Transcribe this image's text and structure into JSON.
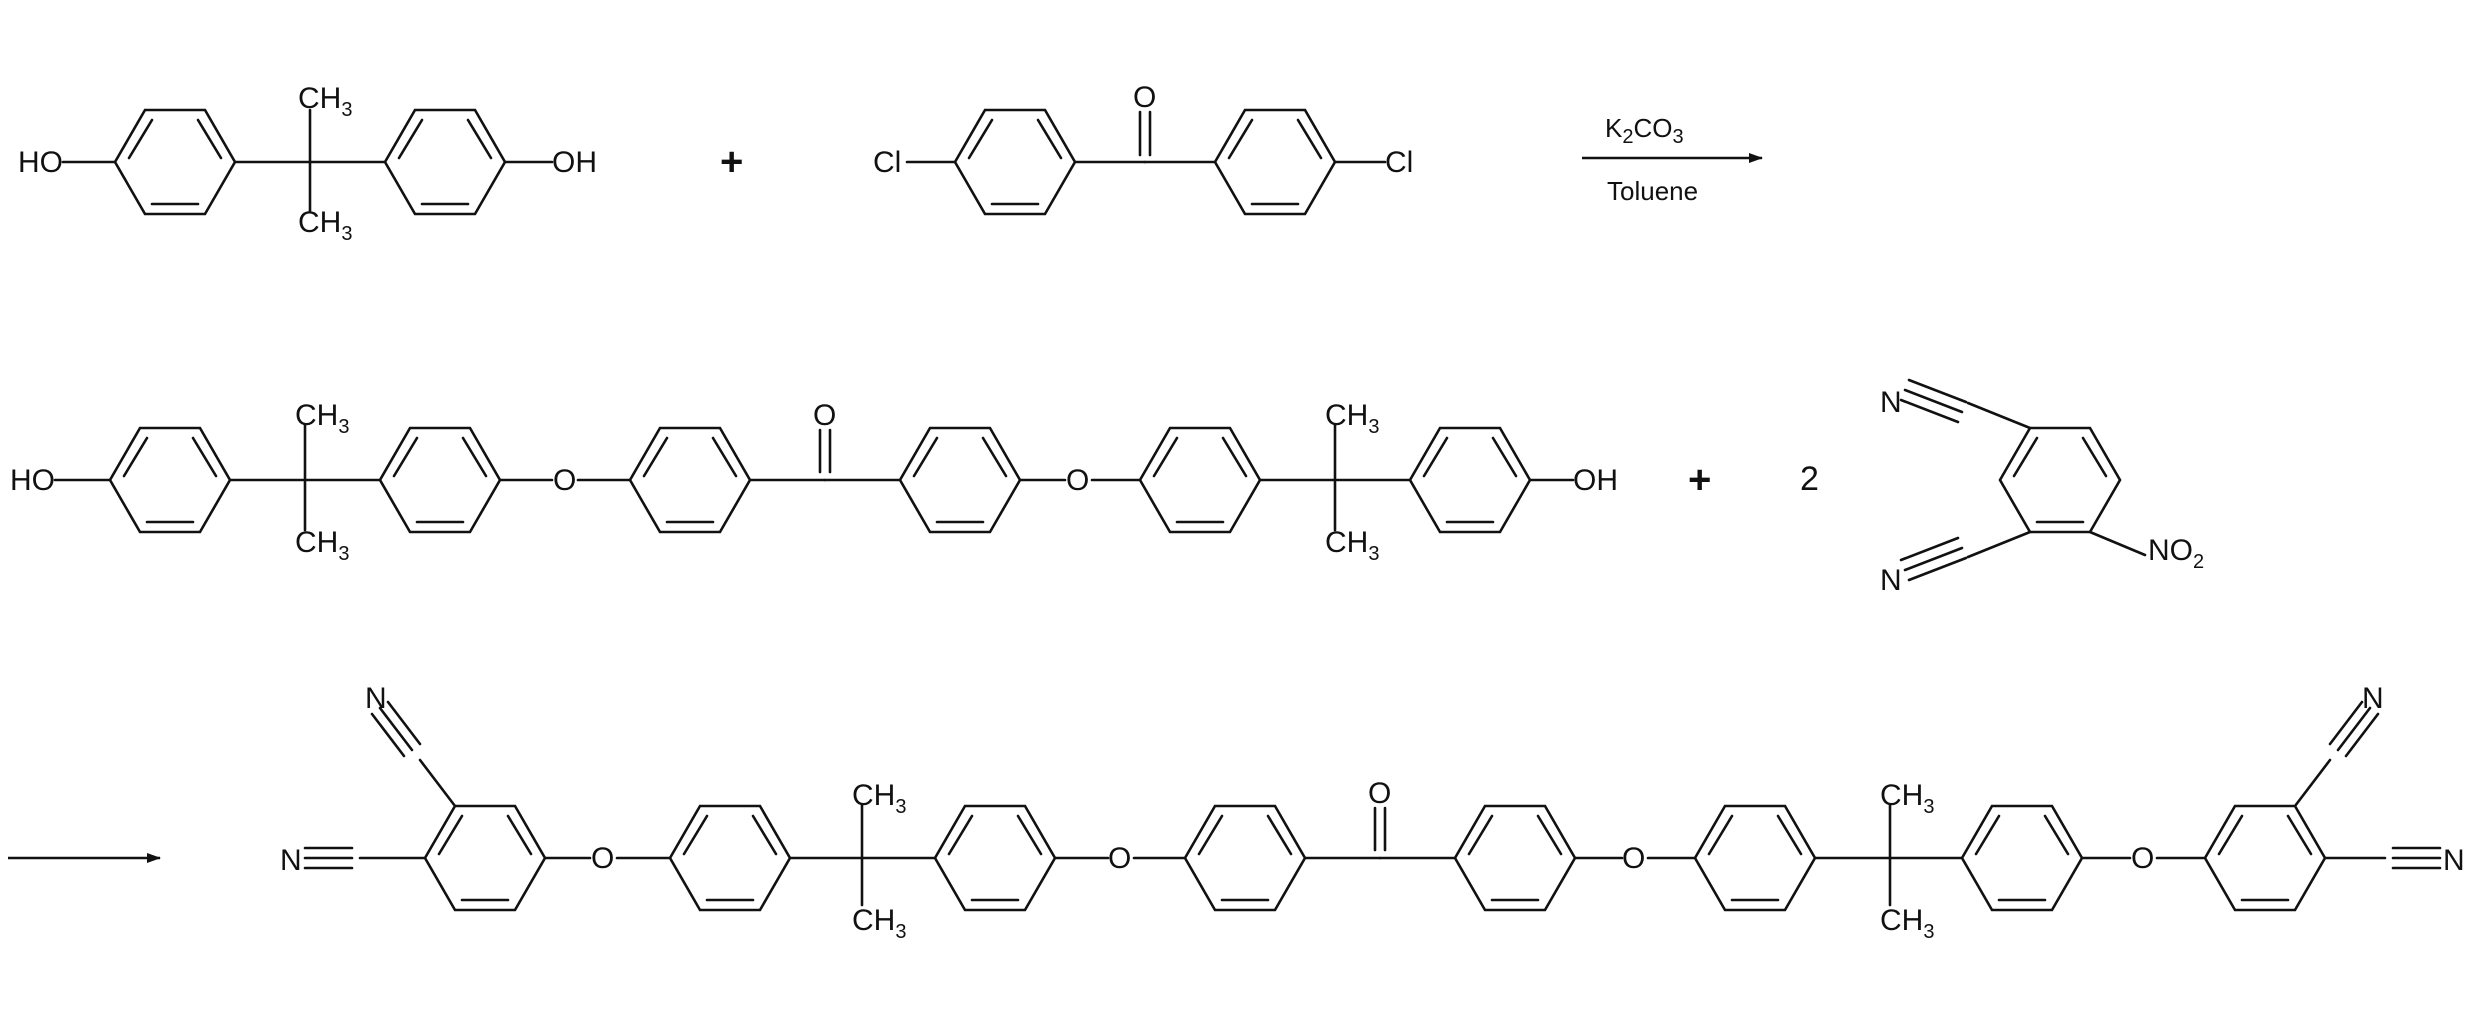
{
  "scheme": {
    "row1": {
      "reactant_a": {
        "left_group": "HO",
        "right_group": "OH",
        "methyl_top": "CH",
        "methyl_bottom": "CH",
        "methyl_sub": "3"
      },
      "plus": "+",
      "reactant_b": {
        "left_group": "Cl",
        "right_group": "Cl",
        "carbonyl": "O"
      },
      "arrow": {
        "reagent_above": {
          "k": "K",
          "k_sub": "2",
          "co": "CO",
          "co_sub": "3"
        },
        "reagent_below": "Toluene"
      }
    },
    "row2": {
      "intermediate": {
        "left_group": "HO",
        "right_group": "OH",
        "ether_o": "O",
        "carbonyl": "O",
        "methyl_top": "CH",
        "methyl_bottom": "CH",
        "methyl_sub": "3"
      },
      "plus": "+",
      "coefficient": "2",
      "nitrophthalonitrile": {
        "nitrile_n": "N",
        "nitro": "NO",
        "nitro_sub": "2"
      }
    },
    "row3": {
      "product": {
        "nitrile_n": "N",
        "ether_o": "O",
        "carbonyl": "O",
        "methyl_top": "CH",
        "methyl_bottom": "CH",
        "methyl_sub": "3"
      }
    }
  }
}
